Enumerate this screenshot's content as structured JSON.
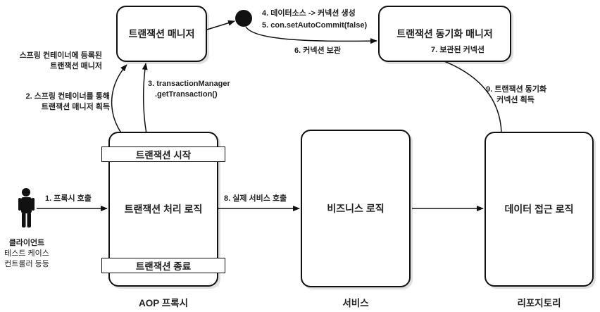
{
  "boxes": {
    "tx_manager": "트랜잭션 매니저",
    "tx_sync_manager": "트랜잭션 동기화 매니저",
    "tx_logic": "트랜잭션 처리 로직",
    "business_logic": "비즈니스 로직",
    "data_access_logic": "데이터 접근 로직"
  },
  "bars": {
    "tx_start": "트랜잭션 시작",
    "tx_end": "트랜잭션 종료"
  },
  "captions": {
    "aop_proxy": "AOP 프록시",
    "service": "서비스",
    "repository": "리포지토리"
  },
  "client": {
    "line1": "클라이언트",
    "line2": "테스트 케이스",
    "line3": "컨트롤러 등등"
  },
  "labels": {
    "spring_registered": [
      "스프링 컨테이너에 등록된",
      "트랜잭션 매니저"
    ],
    "step1": "1. 프록시 호출",
    "step2": [
      "2. 스프링 컨테이너를 통해",
      "트랜잭션 매니저 획득"
    ],
    "step3": [
      "3. transactionManager",
      ".getTransaction()"
    ],
    "step4": "4. 데이터소스 -> 커넥션 생성",
    "step5": "5. con.setAutoCommit(false)",
    "step6": "6. 커넥션 보관",
    "step7": "7. 보관된 커넥션",
    "step8": "8. 실제 서비스 호출",
    "step9": [
      "9. 트랜잭션 동기화",
      "커넥션 획득"
    ]
  }
}
